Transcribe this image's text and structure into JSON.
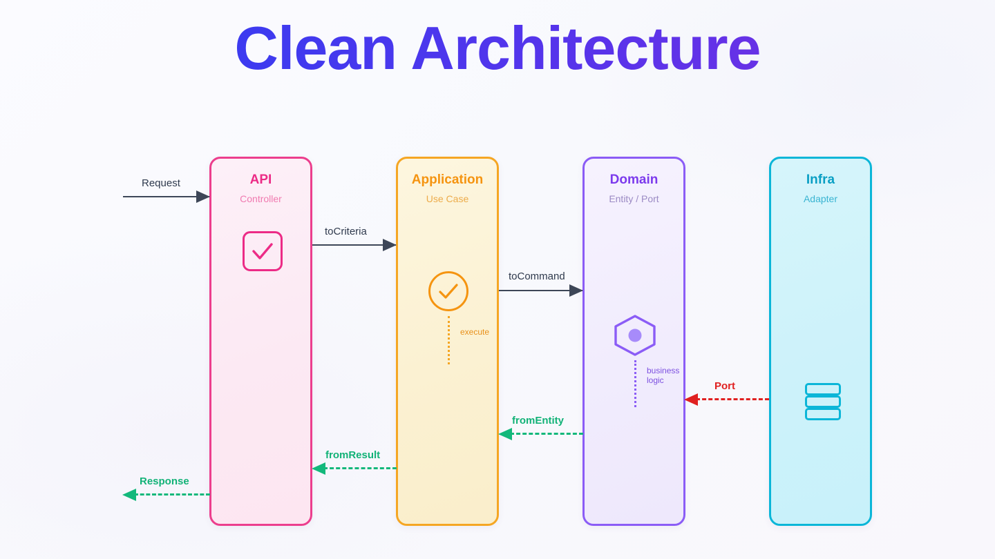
{
  "title": "Clean Architecture",
  "theme": {
    "title_gradient_from": "#2f43f0",
    "title_gradient_to": "#7c31e0",
    "background": "#f8f9fd",
    "arrow_solid": "#3d4657",
    "arrow_return": "#13b87b",
    "arrow_port": "#e02020"
  },
  "columns": [
    {
      "id": "api",
      "title": "API",
      "subtitle": "Controller",
      "accent": "#ec2b86",
      "icon": "check-square-icon"
    },
    {
      "id": "application",
      "title": "Application",
      "subtitle": "Use Case",
      "accent": "#f59410",
      "icon": "check-circle-icon",
      "inline_label": "execute"
    },
    {
      "id": "domain",
      "title": "Domain",
      "subtitle": "Entity / Port",
      "accent": "#7c3aed",
      "icon": "hexagon-icon",
      "inline_label": "business logic"
    },
    {
      "id": "infra",
      "title": "Infra",
      "subtitle": "Adapter",
      "accent": "#0a9fc4",
      "icon": "database-icon"
    }
  ],
  "connectors": [
    {
      "id": "request",
      "label": "Request",
      "style": "solid",
      "direction": "right",
      "color": "#2f3a4d"
    },
    {
      "id": "tocriteria",
      "label": "toCriteria",
      "style": "solid",
      "direction": "right",
      "color": "#2f3a4d"
    },
    {
      "id": "tocommand",
      "label": "toCommand",
      "style": "solid",
      "direction": "right",
      "color": "#2f3a4d"
    },
    {
      "id": "port",
      "label": "Port",
      "style": "dashed",
      "direction": "left",
      "color": "#e02020"
    },
    {
      "id": "fromentity",
      "label": "fromEntity",
      "style": "dashed",
      "direction": "left",
      "color": "#12b277"
    },
    {
      "id": "fromresult",
      "label": "fromResult",
      "style": "dashed",
      "direction": "left",
      "color": "#12b277"
    },
    {
      "id": "response",
      "label": "Response",
      "style": "dashed",
      "direction": "left",
      "color": "#12b277"
    }
  ]
}
